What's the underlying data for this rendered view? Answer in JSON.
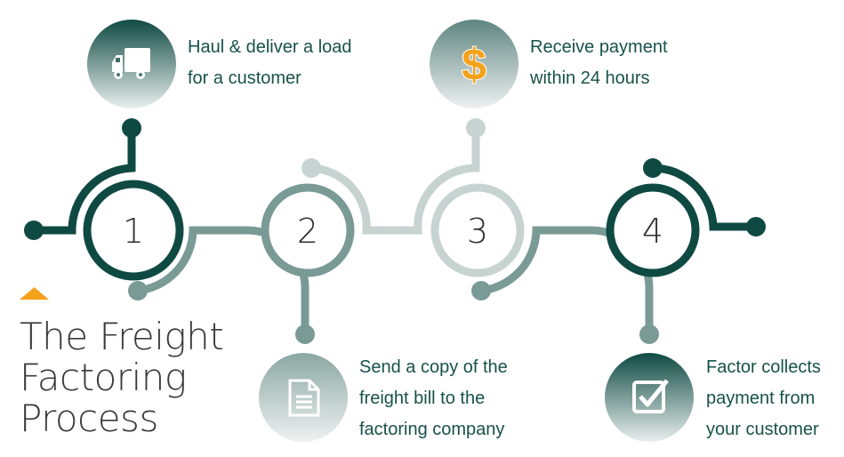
{
  "title": {
    "lines": [
      "The Freight",
      "Factoring",
      "Process"
    ]
  },
  "colors": {
    "dark_green": "#0f4a42",
    "mid_green": "#7a9a96",
    "light_green": "#c6d3d1",
    "text_green": "#16524a",
    "accent_orange": "#f4a21c"
  },
  "steps": [
    {
      "number": "1",
      "icon": "truck-icon",
      "lines": [
        "Haul & deliver a load",
        "for a customer"
      ]
    },
    {
      "number": "2",
      "icon": "document-icon",
      "lines": [
        "Send a copy of the",
        "freight bill to the",
        "factoring company"
      ]
    },
    {
      "number": "3",
      "icon": "dollar-icon",
      "lines": [
        "Receive payment",
        "within 24 hours"
      ]
    },
    {
      "number": "4",
      "icon": "checkbox-icon",
      "lines": [
        "Factor collects",
        "payment from",
        "your customer"
      ]
    }
  ]
}
